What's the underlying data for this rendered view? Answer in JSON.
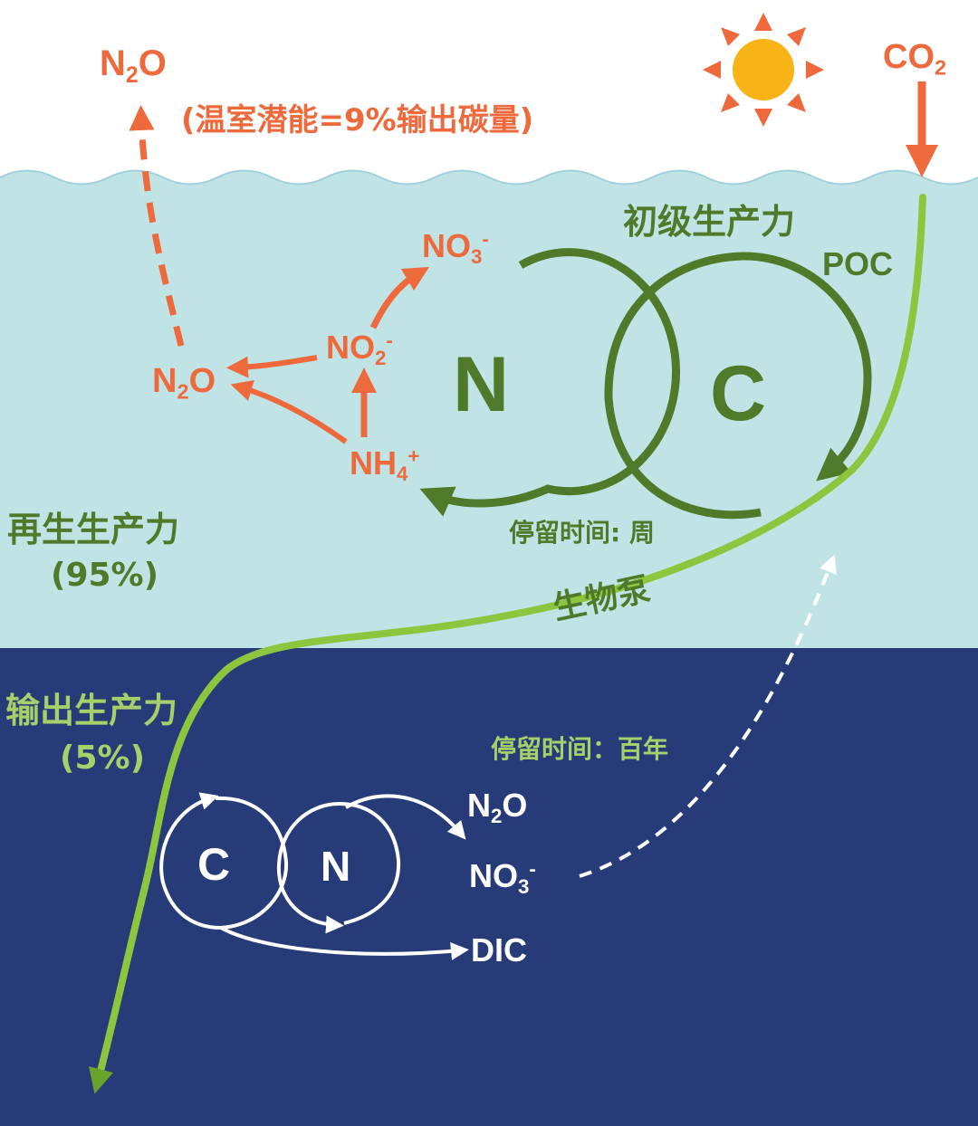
{
  "colors": {
    "sky": "#ffffff",
    "surface_water": "#c0e4e6",
    "deep_water": "#263b78",
    "orange": "#ee6a3c",
    "dark_green": "#4f7a2a",
    "light_green": "#8cc63e",
    "sun": "#f8b316",
    "white": "#ffffff"
  },
  "atmosphere": {
    "n2o_top": {
      "base": "N",
      "sub": "2",
      "tail": "O"
    },
    "co2": {
      "base": "CO",
      "sub": "2"
    },
    "greenhouse_note": "(温室潜能=9%输出碳量)",
    "sun_icon": "sun-icon"
  },
  "surface_layer": {
    "primary_productivity": "初级生产力",
    "poc": "POC",
    "n_cycle_letter": "N",
    "c_cycle_letter": "C",
    "residence_weeks": "停留时间: 周",
    "regenerated_productivity": "再生生产力",
    "regenerated_percent": "(95%)",
    "biological_pump": "生物泵",
    "no3": {
      "base": "NO",
      "sub": "3",
      "sup": "-"
    },
    "no2": {
      "base": "NO",
      "sub": "2",
      "sup": "-"
    },
    "nh4": {
      "base": "NH",
      "sub": "4",
      "sup": "+"
    },
    "n2o": {
      "base": "N",
      "sub": "2",
      "tail": "O"
    }
  },
  "deep_layer": {
    "export_productivity": "输出生产力",
    "export_percent": "(5%)",
    "residence_centuries": "停留时间：百年",
    "c_letter": "C",
    "n_letter": "N",
    "n2o": {
      "base": "N",
      "sub": "2",
      "tail": "O"
    },
    "no3": {
      "base": "NO",
      "sub": "3",
      "sup": "-"
    },
    "dic": "DIC"
  }
}
